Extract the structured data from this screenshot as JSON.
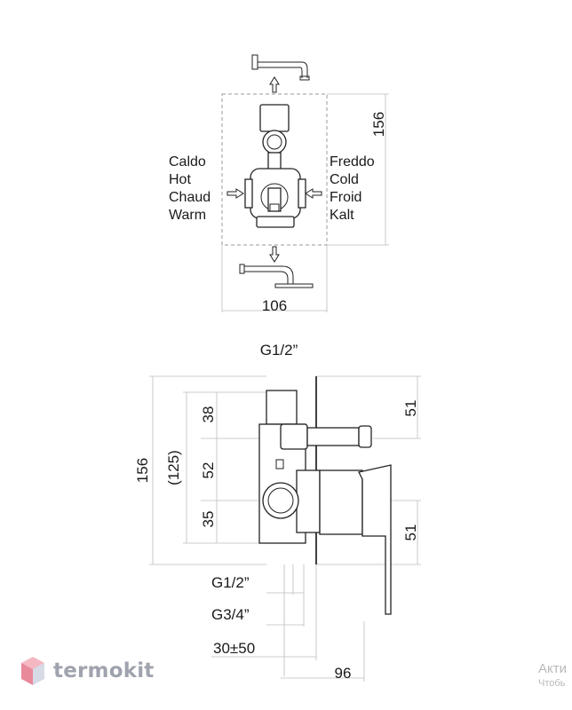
{
  "top_view": {
    "inlet_left": [
      "Caldo",
      "Hot",
      "Chaud",
      "Warm"
    ],
    "inlet_right": [
      "Freddo",
      "Cold",
      "Froid",
      "Kalt"
    ],
    "dim_height": "156",
    "dim_width": "106"
  },
  "side_view": {
    "thread_top": "G1/2”",
    "dim_overall": "156",
    "dim_inner": "(125)",
    "dim_38": "38",
    "dim_52": "52",
    "dim_35": "35",
    "dim_51_top": "51",
    "dim_51_bottom": "51",
    "thread_bottom_1": "G1/2”",
    "thread_bottom_2": "G3/4”",
    "depth_range": "30±50",
    "dim_depth": "96"
  },
  "logo": {
    "text": "termokit"
  },
  "watermark": {
    "line1": "Акти",
    "line2": "Чтобь"
  }
}
